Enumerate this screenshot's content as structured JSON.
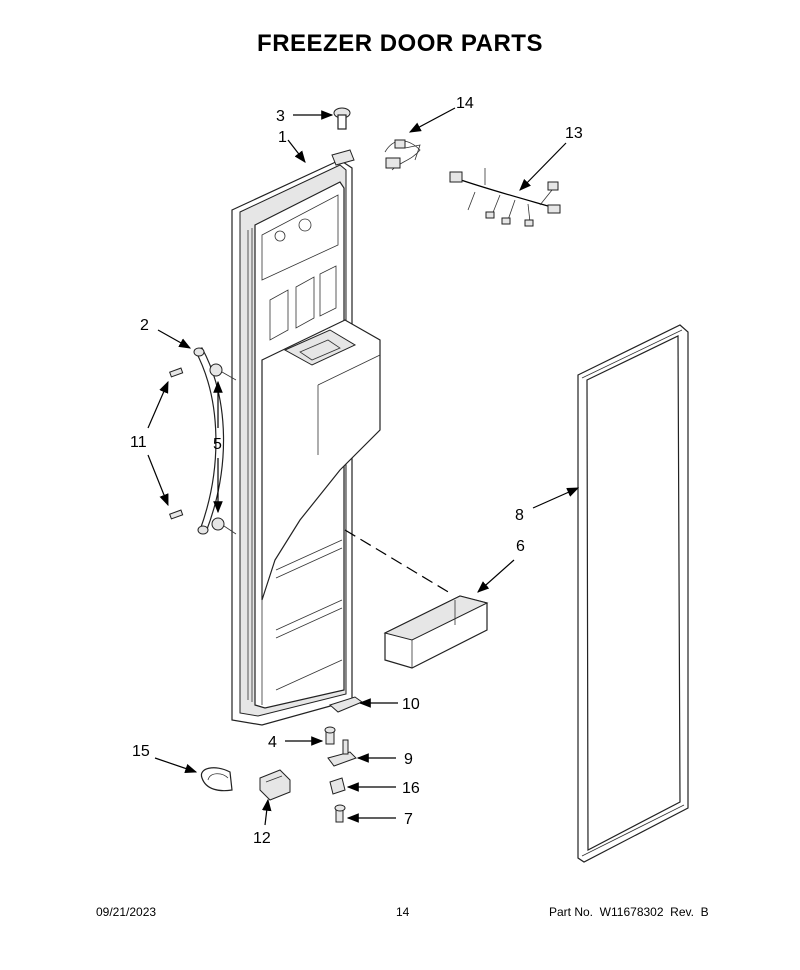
{
  "title": "FREEZER DOOR PARTS",
  "footer": {
    "date": "09/21/2023",
    "page": "14",
    "part_no": "Part No.  W11678302  Rev.  B"
  },
  "callouts": {
    "c1": "1",
    "c2": "2",
    "c3": "3",
    "c4": "4",
    "c5": "5",
    "c6": "6",
    "c7": "7",
    "c8": "8",
    "c9": "9",
    "c10": "10",
    "c11": "11",
    "c12": "12",
    "c13": "13",
    "c14": "14",
    "c15": "15",
    "c16": "16"
  }
}
